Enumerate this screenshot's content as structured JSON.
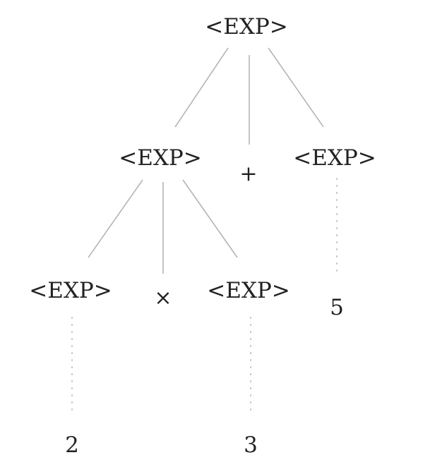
{
  "tree": {
    "root": {
      "label": "<EXP>"
    },
    "left": {
      "label": "<EXP>",
      "left": {
        "label": "<EXP>",
        "leaf": "2"
      },
      "op": "×",
      "right": {
        "label": "<EXP>",
        "leaf": "3"
      }
    },
    "op": "+",
    "right": {
      "label": "<EXP>",
      "leaf": "5"
    }
  }
}
